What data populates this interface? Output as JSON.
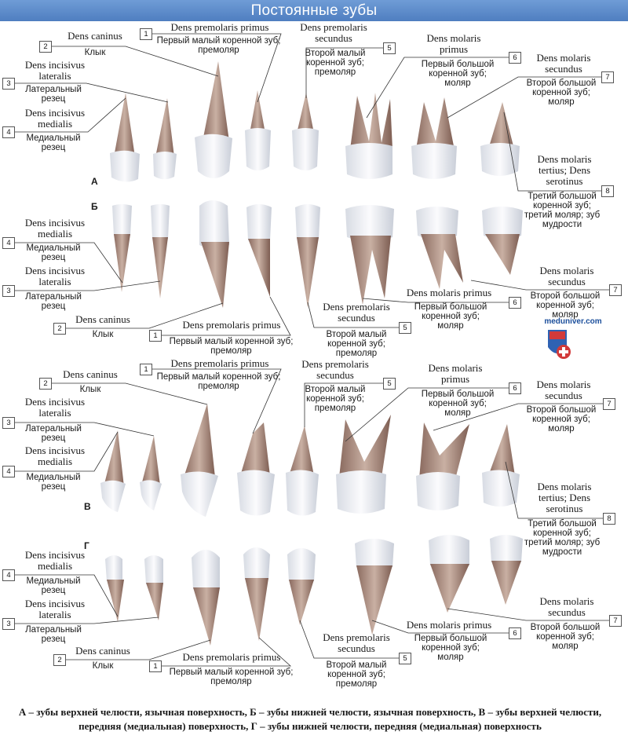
{
  "title": "Постоянные зубы",
  "sections": {
    "a": "А",
    "b": "Б",
    "v": "В",
    "g": "Г"
  },
  "logo_text": "meduniver.com",
  "caption": "А – зубы верхней челюсти, язычная поверхность, Б – зубы нижней челюсти, язычная поверхность, В – зубы верхней челюсти, передняя (медиальная) поверхность, Г – зубы нижней челюсти, передняя (медиальная) поверхность",
  "labels": {
    "n1": "1",
    "n2": "2",
    "n3": "3",
    "n4": "4",
    "n5": "5",
    "n6": "6",
    "n7": "7",
    "n8": "8",
    "caninus_lat": "Dens caninus",
    "caninus_ru": "Клык",
    "inc_lat_lat": "Dens incisivus lateralis",
    "inc_lat_ru": "Латеральный резец",
    "inc_med_lat": "Dens incisivus medialis",
    "inc_med_ru": "Медиальный резец",
    "pm1_lat": "Dens premolaris primus",
    "pm1_ru": "Первый малый коренной зуб; премоляр",
    "pm2_lat": "Dens premolaris secundus",
    "pm2_ru": "Второй малый коренной зуб; премоляр",
    "m1_lat": "Dens molaris primus",
    "m1_ru": "Первый большой коренной зуб; моляр",
    "m2_lat": "Dens molaris secundus",
    "m2_ru": "Второй большой коренной зуб; моляр",
    "m3_lat": "Dens molaris tertius; Dens serotinus",
    "m3_ru": "Третий большой коренной зуб; третий моляр; зуб мудрости"
  }
}
